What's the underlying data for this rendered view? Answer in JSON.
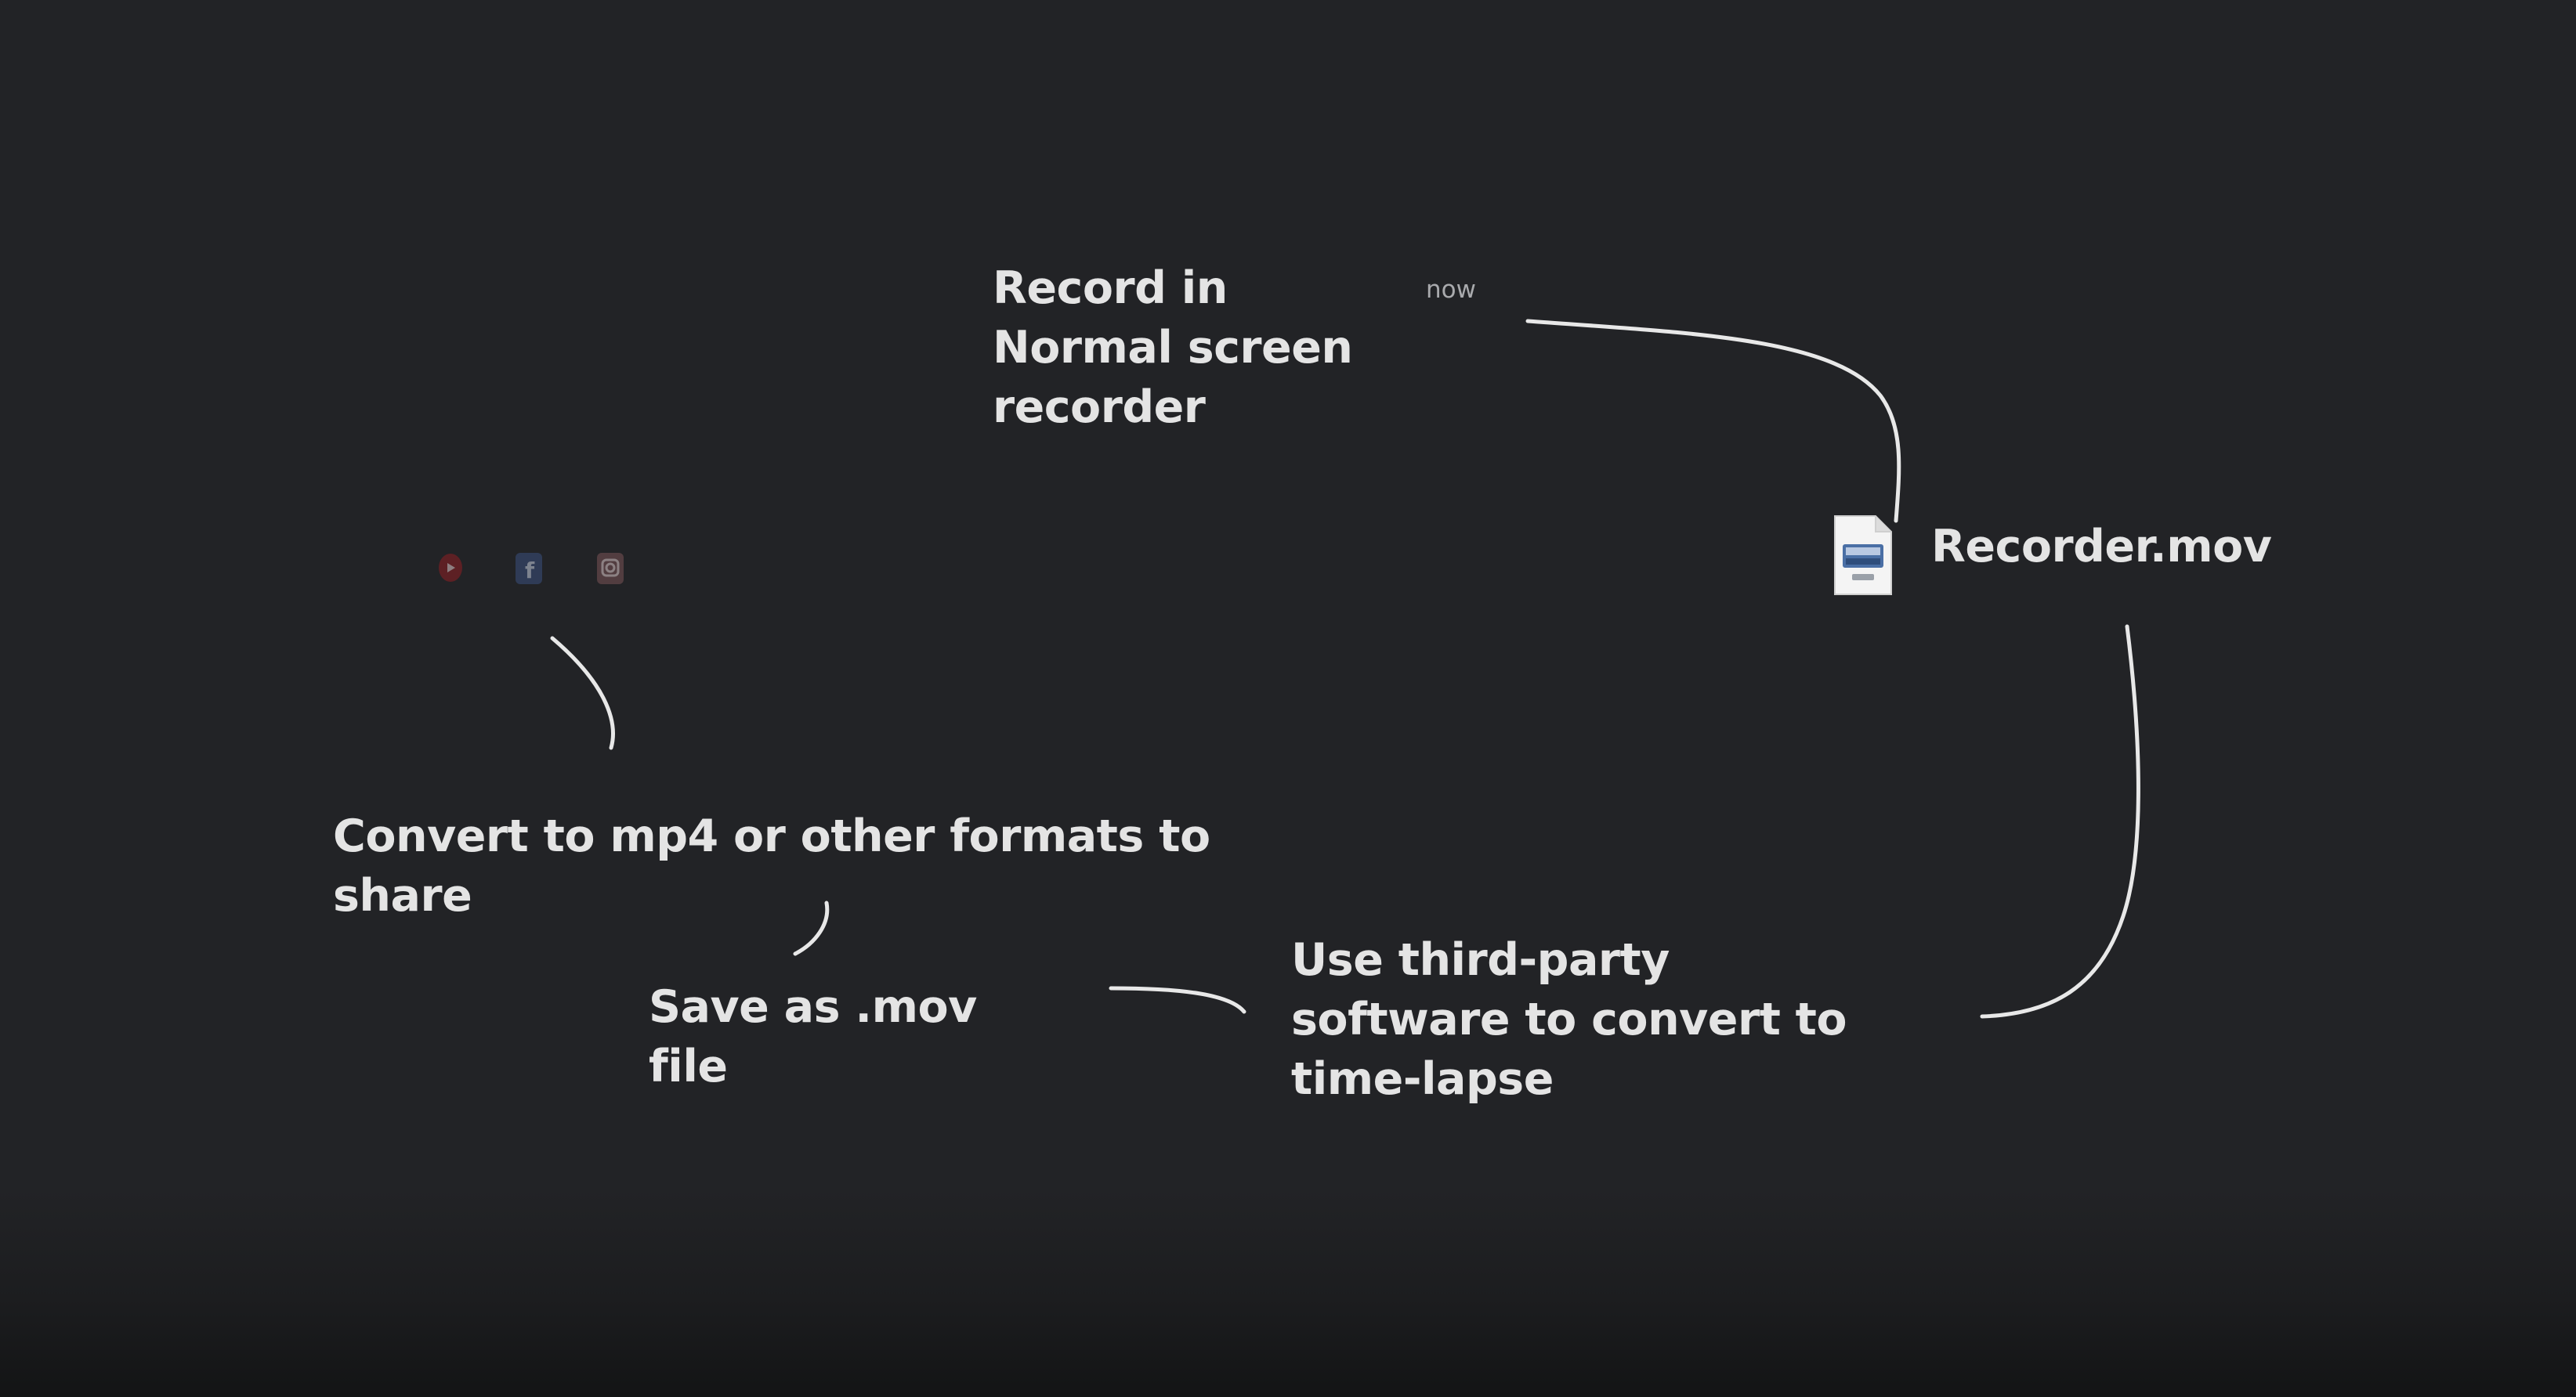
{
  "diagram": {
    "record_step": {
      "lines": [
        "Record in",
        "Normal screen",
        "recorder"
      ]
    },
    "now_label": "now",
    "file_node": {
      "label": "Recorder.mov",
      "icon": "movie-file-icon"
    },
    "convert_step": {
      "lines": [
        "Use third-party",
        "software to convert to",
        "time-lapse"
      ]
    },
    "save_step": {
      "lines": [
        "Save as .mov",
        "file"
      ]
    },
    "share_step": {
      "lines": [
        "Convert to mp4 or other formats to",
        "share"
      ]
    },
    "share_targets": [
      {
        "name": "youtube-icon",
        "color": "#8e1f24"
      },
      {
        "name": "facebook-icon",
        "color": "#3a4f7e"
      },
      {
        "name": "instagram-icon",
        "color": "#7a5456"
      }
    ],
    "colors": {
      "background": "#222326",
      "text": "#e4e4e4",
      "arrow": "#e8e8e8"
    }
  }
}
